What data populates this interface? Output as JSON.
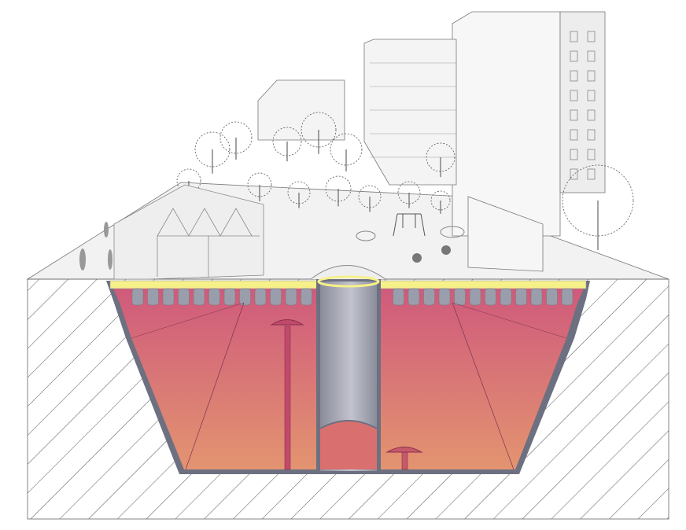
{
  "colors": {
    "background": "#ffffff",
    "ground_hatch": "#4a4a4a",
    "surface": "#f2f2f2",
    "tank_top": "#cf5a7c",
    "tank_bottom": "#e19070",
    "tank_wall": "#6d7080",
    "membrane": "#f6f08a",
    "tabs": "#9a9dab",
    "shaft": "#a6a8b6",
    "column": "#b83d63",
    "building": "#f4f4f4",
    "tree": "#555555"
  },
  "icons": [
    "ground-section-hatch",
    "water-tank",
    "access-shaft",
    "mushroom-column",
    "building",
    "greenhouse",
    "tree",
    "person",
    "playground-swing",
    "cafe-table"
  ]
}
